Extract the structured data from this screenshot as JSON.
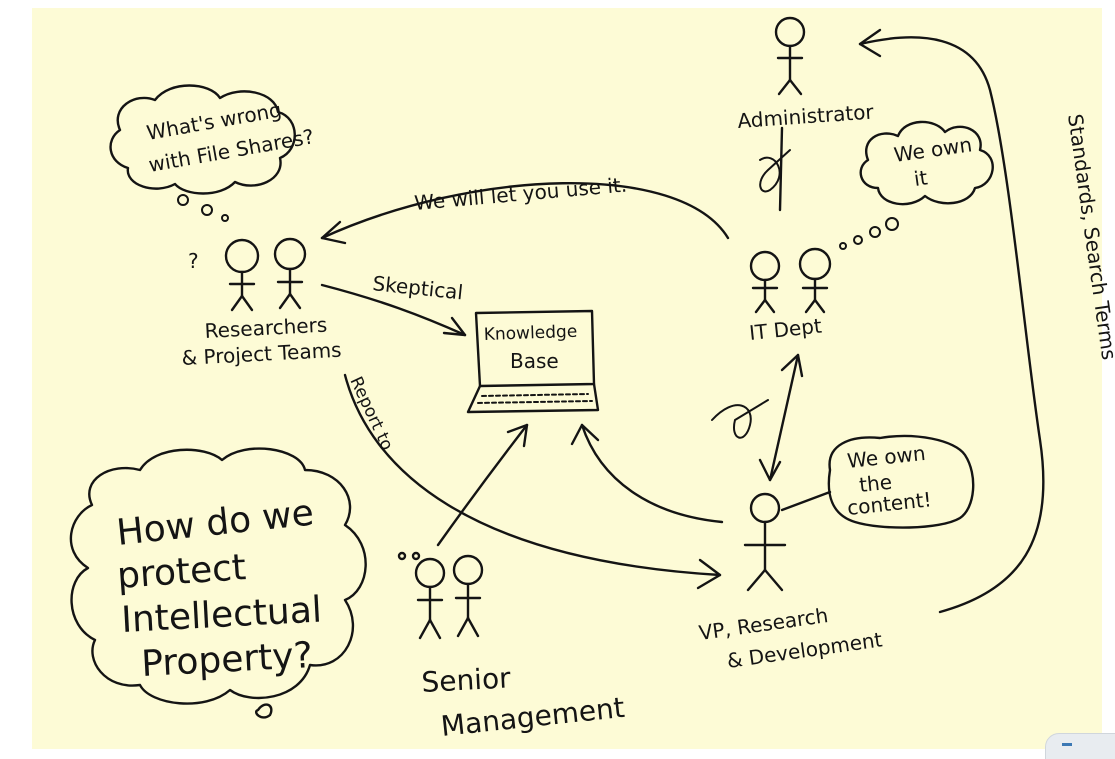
{
  "colors": {
    "paper": "#fdfbd6",
    "ink": "#141414",
    "background": "#ffffff"
  },
  "labels": {
    "administrator": "Administrator",
    "it_dept": "IT Dept",
    "researchers_line1": "Researchers",
    "researchers_line2": "& Project Teams",
    "knowledge_line1": "Knowledge",
    "knowledge_line2": "Base",
    "senior_line1": "Senior",
    "senior_line2": "Management",
    "vp_line1": "VP, Research",
    "vp_line2": "& Development",
    "let_you_use": "We will let you use it.",
    "skeptical": "Skeptical",
    "report_to": "Report to",
    "standards": "Standards, Search Terms",
    "question_mark": "?"
  },
  "bubbles": {
    "file_shares_line1": "What's wrong",
    "file_shares_line2": "with File Shares?",
    "we_own_it_line1": "We own",
    "we_own_it_line2": "it",
    "own_content_line1": "We own",
    "own_content_line2": "the",
    "own_content_line3": "content!",
    "ip_line1": "How do we",
    "ip_line2": "protect",
    "ip_line3": "Intellectual",
    "ip_line4": "Property?"
  }
}
